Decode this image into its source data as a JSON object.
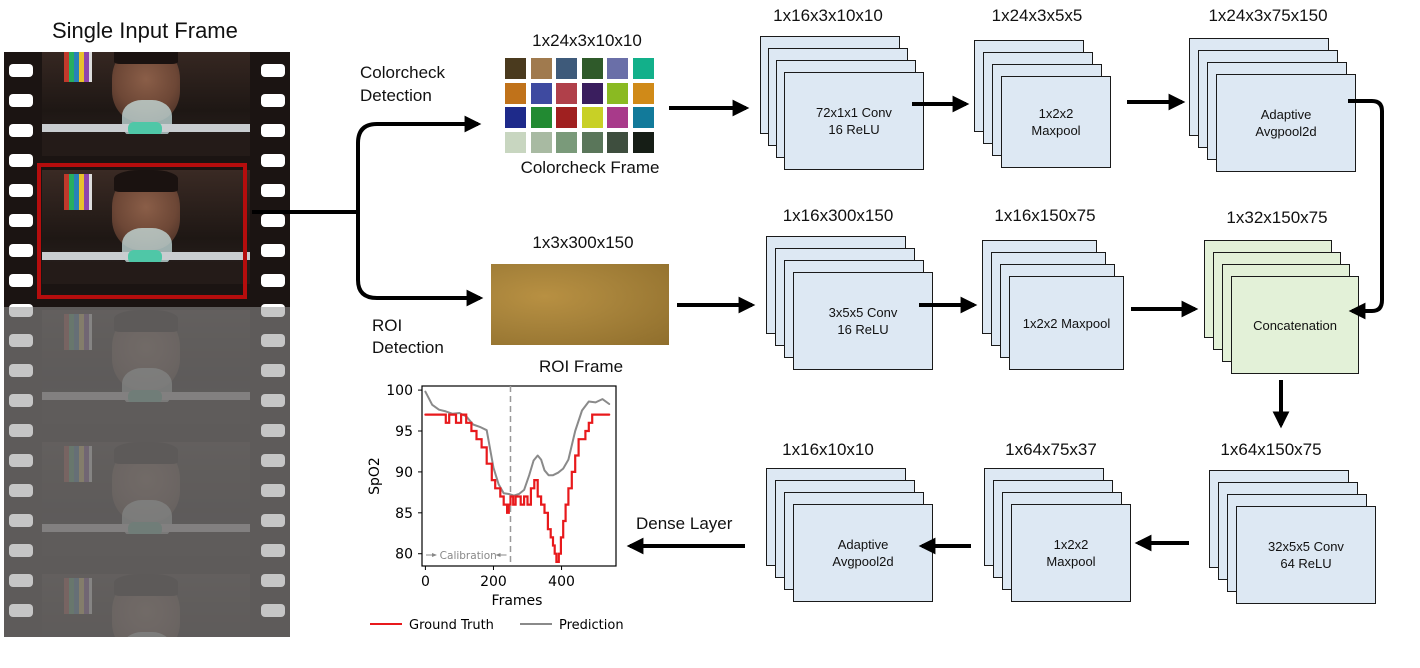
{
  "film": {
    "title": "Single Input Frame"
  },
  "branches": {
    "colorcheck_label_1": "Colorcheck",
    "colorcheck_label_2": "Detection",
    "roi_label_1": "ROI",
    "roi_label_2": "Detection"
  },
  "colorcheck": {
    "shape": "1x24x3x10x10",
    "caption": "Colorcheck Frame",
    "colors": [
      "#4a3a1e",
      "#a07a4e",
      "#3e5a7a",
      "#2f5a2a",
      "#6a6fa8",
      "#12b08a",
      "#c0721a",
      "#3e4aa0",
      "#b0404a",
      "#3a1e5e",
      "#8aba22",
      "#d08a18",
      "#1e2a8a",
      "#228a32",
      "#a02020",
      "#c8d026",
      "#a83a8a",
      "#127a9a",
      "#c8d6c0",
      "#a8baa2",
      "#7a9a7a",
      "#5a765a",
      "#3e4e3e",
      "#161e16"
    ]
  },
  "roi": {
    "shape": "1x3x300x150",
    "caption": "ROI Frame"
  },
  "top_row": [
    {
      "shape": "1x16x3x10x10",
      "line1": "72x1x1 Conv",
      "line2": "16 ReLU"
    },
    {
      "shape": "1x24x3x5x5",
      "line1": "1x2x2",
      "line2": "Maxpool"
    },
    {
      "shape": "1x24x3x75x150",
      "line1": "Adaptive",
      "line2": "Avgpool2d"
    }
  ],
  "mid_row": [
    {
      "shape": "1x16x300x150",
      "line1": "3x5x5 Conv",
      "line2": "16 ReLU"
    },
    {
      "shape": "1x16x150x75",
      "line1": "1x2x2 Maxpool",
      "line2": ""
    },
    {
      "shape": "1x32x150x75",
      "line1": "Concatenation",
      "line2": ""
    }
  ],
  "bottom_row": [
    {
      "shape": "1x64x150x75",
      "line1": "32x5x5 Conv",
      "line2": "64 ReLU"
    },
    {
      "shape": "1x64x75x37",
      "line1": "1x2x2",
      "line2": "Maxpool"
    },
    {
      "shape": "1x16x10x10",
      "line1": "Adaptive",
      "line2": "Avgpool2d"
    }
  ],
  "dense_label": "Dense Layer",
  "chart_data": {
    "type": "line",
    "xlabel": "Frames",
    "ylabel": "SpO2",
    "xlim": [
      -10,
      560
    ],
    "ylim": [
      78.5,
      100.5
    ],
    "xticks": [
      0,
      200,
      400
    ],
    "yticks": [
      80,
      85,
      90,
      95,
      100
    ],
    "calibration_label": "Calibration",
    "calibration_x": 250,
    "legend": [
      "Ground Truth",
      "Prediction"
    ],
    "series": [
      {
        "name": "Ground Truth",
        "color": "#e8191c",
        "x": [
          0,
          60,
          60,
          70,
          70,
          90,
          90,
          105,
          105,
          120,
          120,
          135,
          135,
          150,
          150,
          165,
          165,
          180,
          180,
          195,
          195,
          205,
          205,
          220,
          220,
          230,
          230,
          240,
          240,
          245,
          245,
          250,
          250,
          258,
          258,
          265,
          265,
          280,
          280,
          290,
          290,
          300,
          300,
          310,
          310,
          320,
          320,
          330,
          330,
          340,
          340,
          350,
          350,
          360,
          360,
          368,
          368,
          375,
          375,
          380,
          380,
          385,
          385,
          392,
          392,
          398,
          398,
          405,
          405,
          412,
          412,
          420,
          420,
          430,
          430,
          440,
          440,
          450,
          450,
          470,
          470,
          480,
          480,
          490,
          490,
          540
        ],
        "y": [
          97,
          97,
          96,
          96,
          97,
          97,
          96,
          96,
          97,
          97,
          96,
          96,
          95,
          95,
          94,
          94,
          93,
          93,
          91,
          91,
          89,
          89,
          88,
          88,
          87,
          87,
          86,
          86,
          85,
          85,
          86,
          86,
          87,
          87,
          86,
          86,
          87,
          87,
          86,
          86,
          87,
          87,
          86,
          86,
          88,
          88,
          89,
          89,
          87,
          87,
          86,
          86,
          85,
          85,
          83,
          83,
          82,
          82,
          81,
          81,
          80,
          80,
          79,
          79,
          80,
          80,
          82,
          82,
          84,
          84,
          86,
          86,
          88,
          88,
          90,
          90,
          92,
          92,
          94,
          94,
          95,
          95,
          96,
          96,
          97,
          97
        ]
      },
      {
        "name": "Prediction",
        "color": "#8a8a8a",
        "x": [
          0,
          20,
          40,
          60,
          80,
          100,
          120,
          140,
          160,
          180,
          200,
          215,
          230,
          245,
          260,
          275,
          290,
          305,
          318,
          330,
          340,
          350,
          362,
          375,
          390,
          405,
          420,
          440,
          460,
          480,
          500,
          520,
          540
        ],
        "y": [
          99.8,
          98.2,
          97.6,
          97.4,
          97.1,
          97.2,
          96.8,
          95.8,
          95.5,
          95.1,
          90.5,
          88.5,
          87.4,
          87.3,
          87.1,
          87.3,
          87.8,
          89.6,
          91.4,
          92.0,
          91.5,
          90.2,
          89.6,
          89.6,
          89.9,
          90.4,
          91.5,
          95.0,
          97.5,
          98.6,
          98.5,
          98.9,
          98.3
        ]
      }
    ]
  }
}
